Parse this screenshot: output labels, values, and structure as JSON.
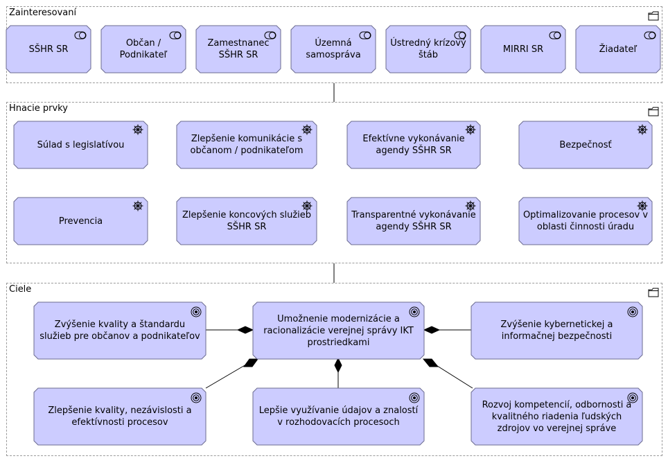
{
  "colors": {
    "element_fill": "#ccccff",
    "element_stroke": "#6b6b8f",
    "group_border": "#9a9a9a",
    "line": "#000000"
  },
  "groups": {
    "stakeholders": {
      "title": "Zainteresovaní",
      "icon": "folder-icon"
    },
    "drivers": {
      "title": "Hnacie prvky",
      "icon": "folder-icon"
    },
    "goals": {
      "title": "Ciele",
      "icon": "folder-icon"
    }
  },
  "stakeholders": [
    {
      "label": "SŠHR SR",
      "icon": "stakeholder-icon"
    },
    {
      "label": "Občan /\nPodnikateľ",
      "icon": "stakeholder-icon"
    },
    {
      "label": "Zamestnanec\nSŠHR SR",
      "icon": "stakeholder-icon"
    },
    {
      "label": "Územná\nsamospráva",
      "icon": "stakeholder-icon"
    },
    {
      "label": "Ústredný krízový\nštáb",
      "icon": "stakeholder-icon"
    },
    {
      "label": "MIRRI SR",
      "icon": "stakeholder-icon"
    },
    {
      "label": "Žiadateľ",
      "icon": "stakeholder-icon"
    }
  ],
  "drivers": [
    {
      "label": "Súlad s legislatívou",
      "icon": "driver-icon"
    },
    {
      "label": "Zlepšenie komunikácie s\nobčanom / podnikateľom",
      "icon": "driver-icon"
    },
    {
      "label": "Efektívne vykonávanie\nagendy SŠHR SR",
      "icon": "driver-icon"
    },
    {
      "label": "Bezpečnosť",
      "icon": "driver-icon"
    },
    {
      "label": "Prevencia",
      "icon": "driver-icon"
    },
    {
      "label": "Zlepšenie koncových služieb\nSŠHR SR",
      "icon": "driver-icon"
    },
    {
      "label": "Transparentné vykonávanie\nagendy SŠHR SR",
      "icon": "driver-icon"
    },
    {
      "label": "Optimalizovanie procesov v\noblasti činnosti úradu",
      "icon": "driver-icon"
    }
  ],
  "goals": [
    {
      "label": "Zvýšenie kvality a štandardu\nslužieb pre občanov a podnikateľov",
      "icon": "goal-icon"
    },
    {
      "label": "Umožnenie modernizácie a\nracionalizácie verejnej správy IKT\nprostriedkami",
      "icon": "goal-icon"
    },
    {
      "label": "Zvýšenie kybernetickej a\ninformačnej bezpečnosti",
      "icon": "goal-icon"
    },
    {
      "label": "Zlepšenie kvality, nezávislosti a\nefektívnosti procesov",
      "icon": "goal-icon"
    },
    {
      "label": "Lepšie využívanie údajov a znalostí\nv rozhodovacích procesoch",
      "icon": "goal-icon"
    },
    {
      "label": "Rozvoj kompetencií, odbornosti a\nkvalitného riadenia ľudských\nzdrojov vo verejnej správe",
      "icon": "goal-icon"
    }
  ]
}
